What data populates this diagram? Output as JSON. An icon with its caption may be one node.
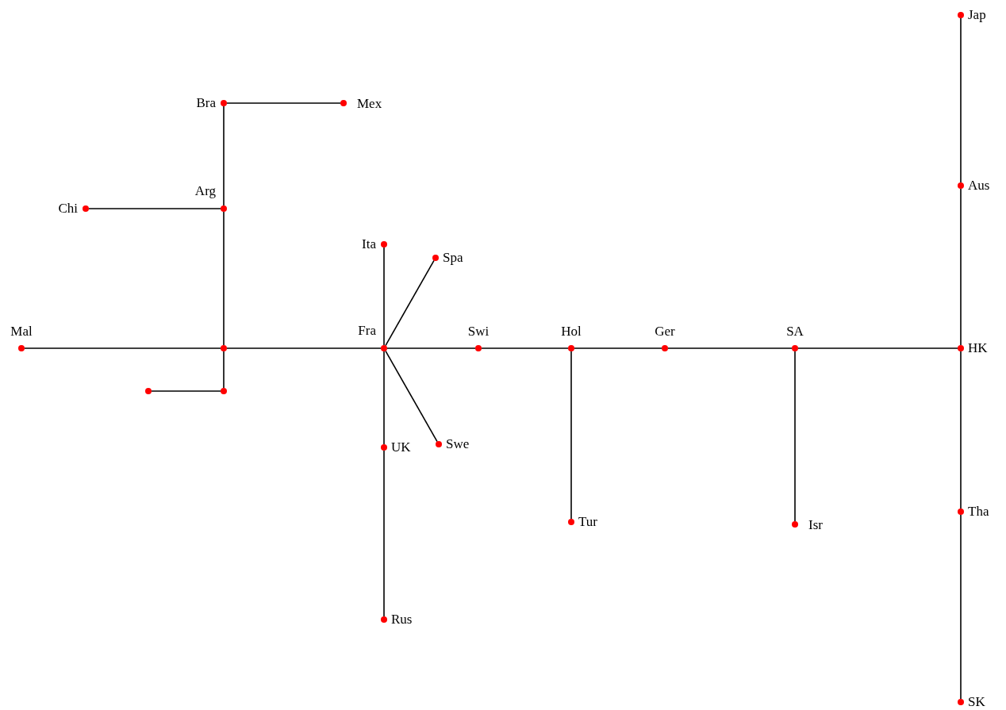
{
  "diagram": {
    "nodes": [
      {
        "text": [],
        "shape": "circle",
        "beside": [
          "Jap"
        ]
      },
      {
        "text": [],
        "shape": "circle",
        "beside": [
          "Bra"
        ]
      },
      {
        "text": [],
        "shape": "circle",
        "beside": [
          "Mex"
        ]
      },
      {
        "text": [],
        "shape": "circle",
        "beside": [
          "Aus"
        ]
      },
      {
        "text": [],
        "shape": "circle",
        "beside": [
          "Arg"
        ]
      },
      {
        "text": [],
        "shape": "circle",
        "beside": [
          "Chi"
        ]
      },
      {
        "text": [],
        "shape": "circle",
        "beside": [
          "Ita"
        ]
      },
      {
        "text": [],
        "shape": "circle",
        "beside": [
          "Spa"
        ]
      },
      {
        "text": [],
        "shape": "circle",
        "beside": [
          "Mal"
        ]
      },
      {
        "text": [],
        "shape": "circle"
      },
      {
        "text": [],
        "shape": "circle",
        "beside": [
          "Fra"
        ]
      },
      {
        "text": [],
        "shape": "circle",
        "beside": [
          "Swi"
        ]
      },
      {
        "text": [],
        "shape": "circle",
        "beside": [
          "Hol"
        ]
      },
      {
        "text": [],
        "shape": "circle",
        "beside": [
          "Ger"
        ]
      },
      {
        "text": [],
        "shape": "circle",
        "beside": [
          "SA"
        ]
      },
      {
        "text": [],
        "shape": "circle",
        "beside": [
          "HK"
        ]
      },
      {
        "text": [],
        "shape": "circle"
      },
      {
        "text": [],
        "shape": "circle"
      },
      {
        "text": [],
        "shape": "circle",
        "beside": [
          "UK"
        ]
      },
      {
        "text": [],
        "shape": "circle",
        "beside": [
          "Swe"
        ]
      },
      {
        "text": [],
        "shape": "circle",
        "beside": [
          "Tur"
        ]
      },
      {
        "text": [],
        "shape": "circle",
        "beside": [
          "Isr"
        ]
      },
      {
        "text": [],
        "shape": "circle",
        "beside": [
          "Tha"
        ]
      },
      {
        "text": [],
        "shape": "circle",
        "beside": [
          "Rus"
        ]
      },
      {
        "text": [],
        "shape": "circle",
        "beside": [
          "SK"
        ]
      }
    ],
    "edges": [
      {
        "from": 0,
        "to": 3,
        "arrow": "none"
      },
      {
        "from": 3,
        "to": 15,
        "arrow": "none"
      },
      {
        "from": 15,
        "to": 22,
        "arrow": "none"
      },
      {
        "from": 22,
        "to": 24,
        "arrow": "none"
      },
      {
        "from": 1,
        "to": 2,
        "arrow": "none"
      },
      {
        "from": 1,
        "to": 4,
        "arrow": "none"
      },
      {
        "from": 4,
        "to": 5,
        "arrow": "none"
      },
      {
        "from": 4,
        "to": 9,
        "arrow": "none"
      },
      {
        "from": 8,
        "to": 9,
        "arrow": "none"
      },
      {
        "from": 9,
        "to": 10,
        "arrow": "none"
      },
      {
        "from": 9,
        "to": 17,
        "arrow": "none"
      },
      {
        "from": 17,
        "to": 16,
        "arrow": "none"
      },
      {
        "from": 10,
        "to": 6,
        "arrow": "none"
      },
      {
        "from": 10,
        "to": 7,
        "arrow": "none"
      },
      {
        "from": 10,
        "to": 11,
        "arrow": "none"
      },
      {
        "from": 10,
        "to": 19,
        "arrow": "none"
      },
      {
        "from": 10,
        "to": 18,
        "arrow": "none"
      },
      {
        "from": 18,
        "to": 23,
        "arrow": "none"
      },
      {
        "from": 11,
        "to": 12,
        "arrow": "none"
      },
      {
        "from": 12,
        "to": 13,
        "arrow": "none"
      },
      {
        "from": 12,
        "to": 20,
        "arrow": "none"
      },
      {
        "from": 13,
        "to": 14,
        "arrow": "none"
      },
      {
        "from": 14,
        "to": 21,
        "arrow": "none"
      },
      {
        "from": 14,
        "to": 15,
        "arrow": "none"
      }
    ]
  }
}
